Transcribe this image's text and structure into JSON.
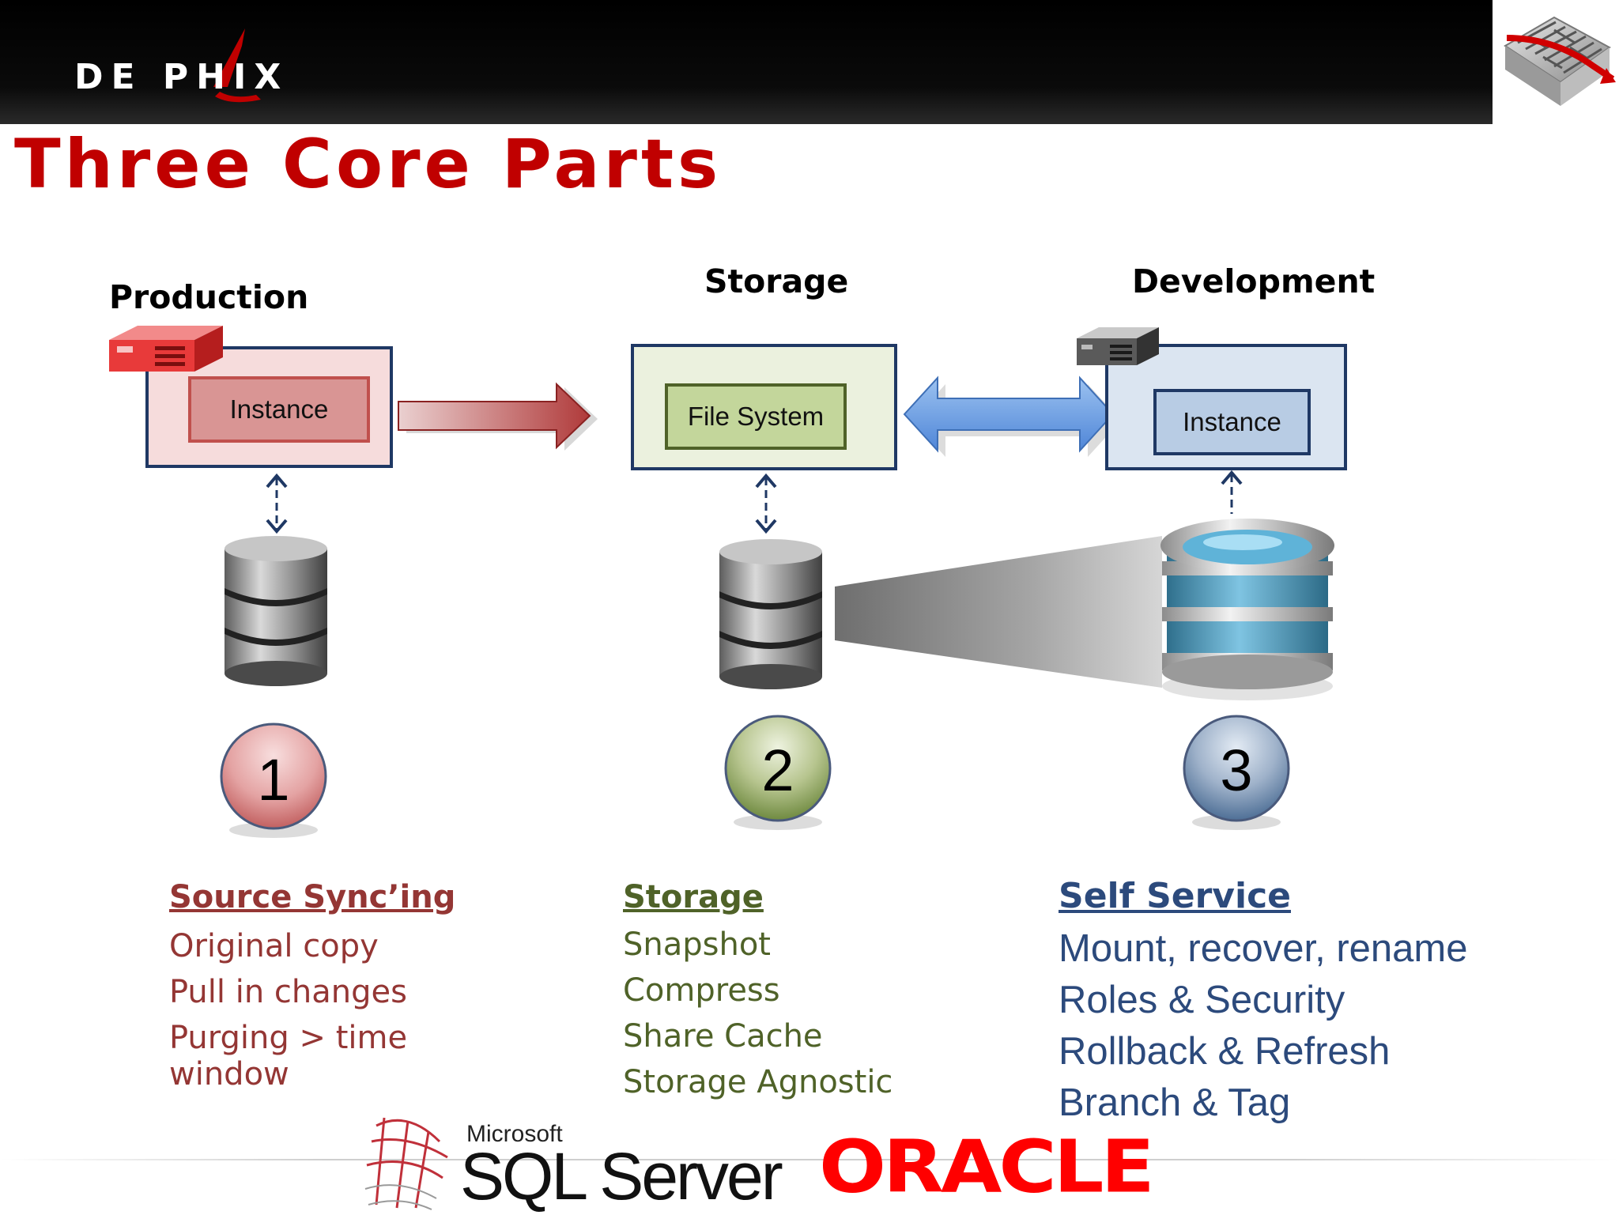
{
  "header": {
    "logo_text": "DE  PHIX"
  },
  "title": "Three Core Parts",
  "columns": {
    "production": {
      "heading": "Production",
      "instance_label": "Instance"
    },
    "storage": {
      "heading": "Storage",
      "filesystem_label": "File System"
    },
    "development": {
      "heading": "Development",
      "instance_label": "Instance"
    }
  },
  "steps": [
    {
      "number": "1",
      "heading": "Source Sync’ing",
      "items": [
        "Original copy",
        "Pull in changes",
        "Purging > time",
        "window"
      ]
    },
    {
      "number": "2",
      "heading": "Storage",
      "items": [
        "Snapshot",
        "Compress",
        "Share Cache",
        "Storage Agnostic"
      ]
    },
    {
      "number": "3",
      "heading": "Self Service",
      "items": [
        "Mount, recover, rename",
        "Roles & Security",
        "Rollback & Refresh",
        "Branch & Tag"
      ]
    }
  ],
  "logos": {
    "microsoft": "Microsoft",
    "sqlserver": "SQL Server",
    "oracle": "ORACLE"
  },
  "colors": {
    "title": "#c00000",
    "production": "#943634",
    "storage": "#4f6228",
    "development": "#2c4a7c"
  }
}
